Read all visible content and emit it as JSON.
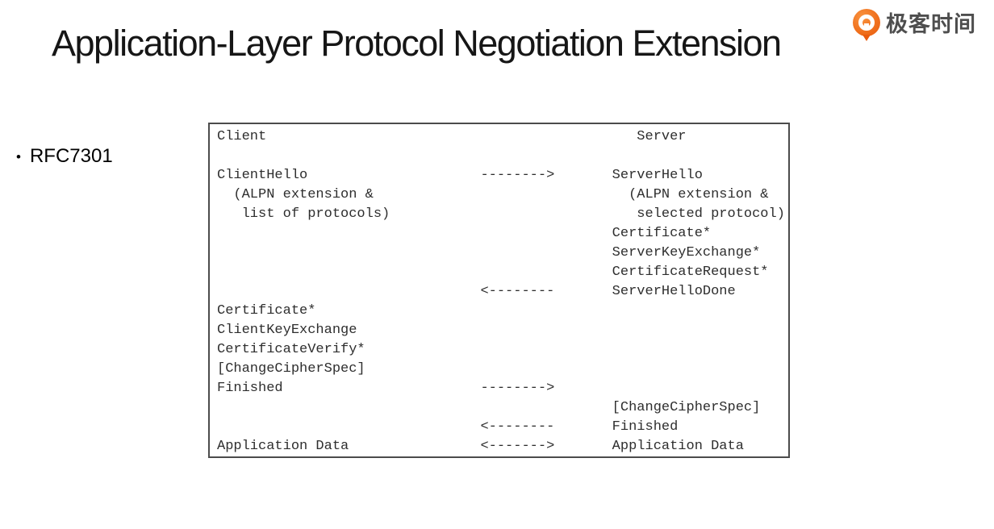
{
  "brand": {
    "name": "极客时间",
    "icon": "geektime-logo-icon",
    "icon_color": "#f0711e",
    "text_color": "#4e4e4e"
  },
  "slide": {
    "title": "Application-Layer Protocol Negotiation Extension",
    "bullet_marker": "•",
    "bullet_label": "RFC7301"
  },
  "diagram": {
    "type": "tls-handshake-sequence",
    "participants": [
      "Client",
      "Server"
    ],
    "border_color": "#4c4c4c",
    "lines": [
      "Client                                             Server",
      "",
      "ClientHello                     -------->       ServerHello",
      "  (ALPN extension &                               (ALPN extension &",
      "   list of protocols)                              selected protocol)",
      "                                                Certificate*",
      "                                                ServerKeyExchange*",
      "                                                CertificateRequest*",
      "                                <--------       ServerHelloDone",
      "Certificate*",
      "ClientKeyExchange",
      "CertificateVerify*",
      "[ChangeCipherSpec]",
      "Finished                        -------->",
      "                                                [ChangeCipherSpec]",
      "                                <--------       Finished",
      "Application Data                <------->       Application Data"
    ]
  }
}
